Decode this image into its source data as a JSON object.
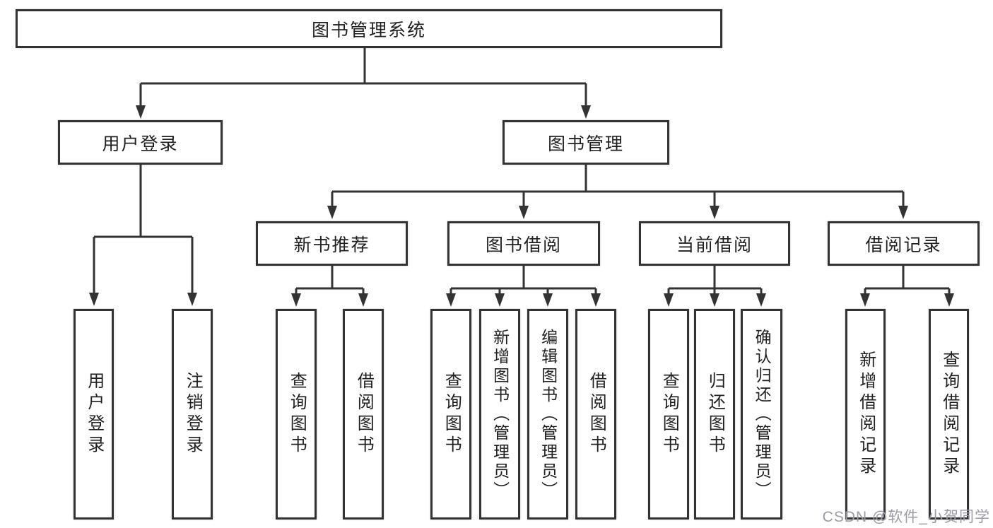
{
  "diagram_title": "图书管理系统",
  "tree": {
    "root": {
      "label": "图书管理系统"
    },
    "branches": [
      {
        "label": "用户登录",
        "children": [
          "用户登录",
          "注销登录"
        ]
      },
      {
        "label": "图书管理",
        "children": [
          {
            "label": "新书推荐",
            "children": [
              "查询图书",
              "借阅图书"
            ]
          },
          {
            "label": "图书借阅",
            "children": [
              "查询图书",
              "新增图书（管理员）",
              "编辑图书（管理员）",
              "借阅图书"
            ]
          },
          {
            "label": "当前借阅",
            "children": [
              "查询图书",
              "归还图书",
              "确认归还（管理员）"
            ]
          },
          {
            "label": "借阅记录",
            "children": [
              "新增借阅记录",
              "查询借阅记录"
            ]
          }
        ]
      }
    ]
  },
  "watermark": {
    "text": "CSDN @软件_小贺同学"
  },
  "colors": {
    "line": "#333333",
    "box_border": "#333333",
    "box_fill": "#ffffff",
    "text": "#1f1f1f",
    "watermark": "#9b9ba6",
    "background": "#ffffff"
  }
}
